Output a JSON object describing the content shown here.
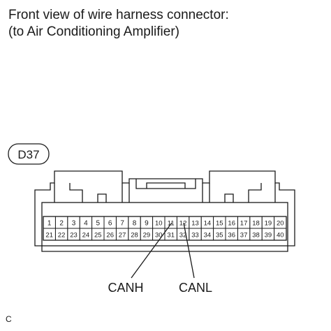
{
  "title": {
    "line1": "Front view of wire harness connector:",
    "line2": "(to Air Conditioning Amplifier)"
  },
  "connector": {
    "code": "D37",
    "top_row": [
      "1",
      "2",
      "3",
      "4",
      "5",
      "6",
      "7",
      "8",
      "9",
      "10",
      "11",
      "12",
      "13",
      "14",
      "15",
      "16",
      "17",
      "18",
      "19",
      "20"
    ],
    "bottom_row": [
      "21",
      "22",
      "23",
      "24",
      "25",
      "26",
      "27",
      "28",
      "29",
      "30",
      "31",
      "32",
      "33",
      "34",
      "35",
      "36",
      "37",
      "38",
      "39",
      "40"
    ]
  },
  "callouts": [
    {
      "label": "CANH",
      "pin": "11"
    },
    {
      "label": "CANL",
      "pin": "12"
    }
  ],
  "footer_code": "C",
  "colors": {
    "line": "#1a1a1a",
    "background": "#ffffff"
  }
}
